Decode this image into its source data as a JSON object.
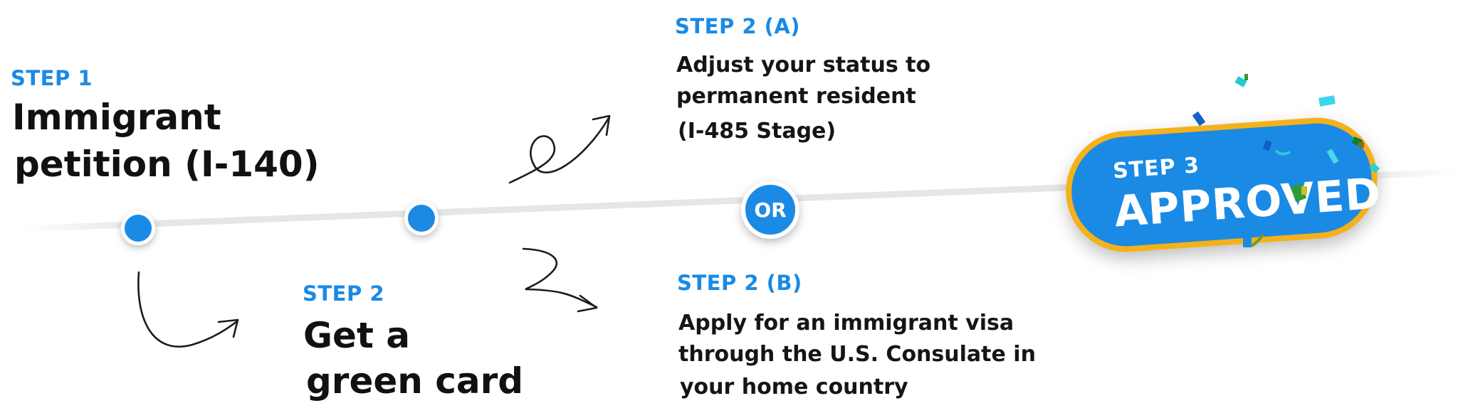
{
  "step1": {
    "label": "STEP 1",
    "title_line1": "Immigrant",
    "title_line2": "petition (I-140)"
  },
  "step2": {
    "label": "STEP 2",
    "title_line1": "Get a",
    "title_line2": "green card"
  },
  "step2a": {
    "label": "STEP 2 (A)",
    "line1": "Adjust your status to",
    "line2": "permanent resident",
    "line3": "(I-485 Stage)"
  },
  "or_label": "OR",
  "step2b": {
    "label": "STEP 2 (B)",
    "line1": "Apply for an immigrant visa",
    "line2": "through the U.S. Consulate in",
    "line3": "your home country"
  },
  "step3": {
    "label": "STEP 3",
    "title": "APPROVED"
  },
  "colors": {
    "accent": "#1a8ae5",
    "pill_border": "#f4b11a"
  }
}
